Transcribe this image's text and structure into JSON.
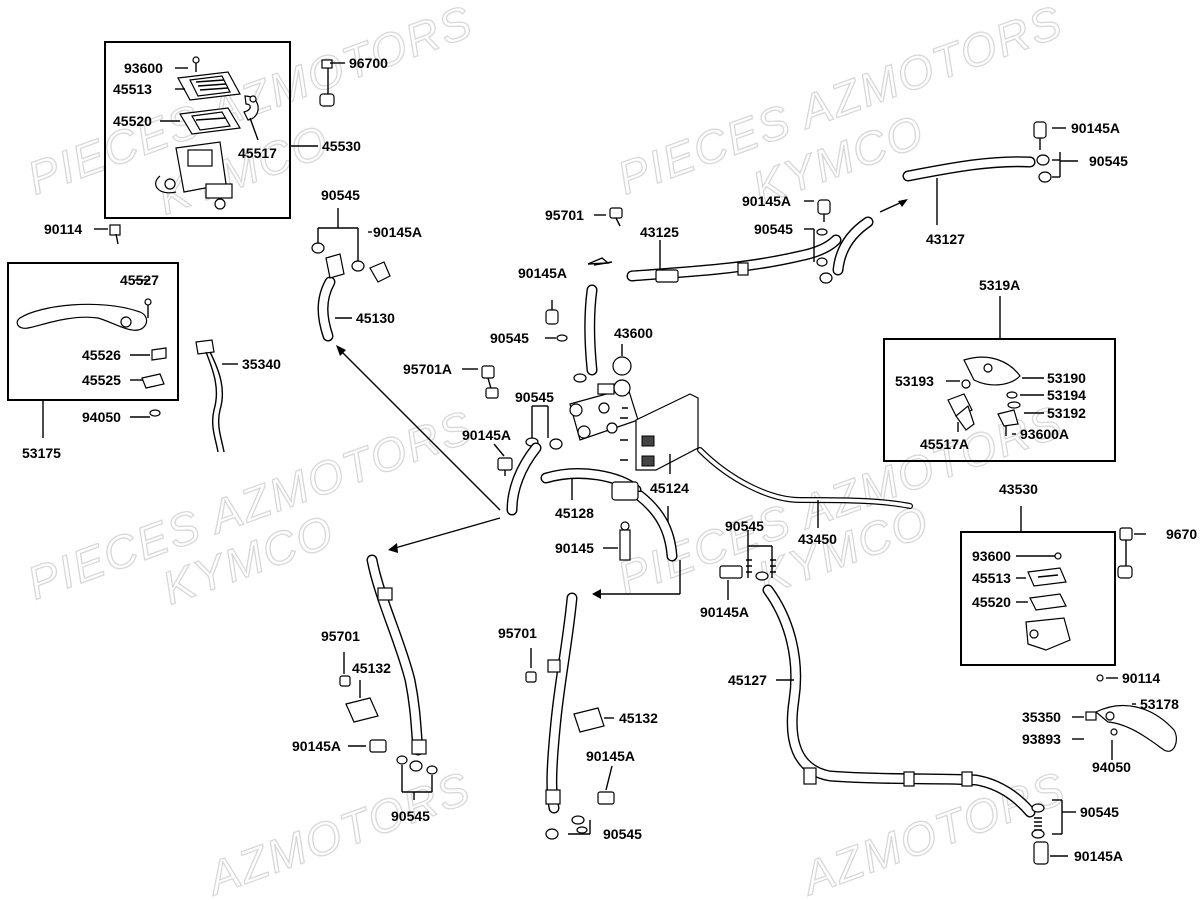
{
  "watermarks": [
    {
      "id": "wm1",
      "text": "PIECES AZMOTORS"
    },
    {
      "id": "wm2",
      "text": "KYMCO"
    },
    {
      "id": "wm3",
      "text": "PIECES AZMOTORS"
    },
    {
      "id": "wm4",
      "text": "KYMCO"
    },
    {
      "id": "wm5",
      "text": "PIECES AZMOTORS"
    },
    {
      "id": "wm6",
      "text": "KYMCO"
    },
    {
      "id": "wm7",
      "text": "PIECES AZMOTORS"
    },
    {
      "id": "wm8",
      "text": "KYMCO"
    },
    {
      "id": "wm9",
      "text": "AZMOTORS"
    },
    {
      "id": "wm10",
      "text": "AZMOTORS"
    }
  ],
  "labels": {
    "l93600a": "93600",
    "l96700a": "96700",
    "l45513a": "45513",
    "l45520a": "45520",
    "l45517": "45517",
    "l45530": "45530",
    "l90114a": "90114",
    "l45527": "45527",
    "l45526": "45526",
    "l45525": "45525",
    "l94050a": "94050",
    "l35340": "35340",
    "l53175": "53175",
    "l90545a": "90545",
    "l90145Aa": "90145A",
    "l45130": "45130",
    "l95701a": "95701",
    "l43125": "43125",
    "l90145Ab": "90145A",
    "l90545b": "90545",
    "l43600": "43600",
    "l95701A": "95701A",
    "l90545c": "90545",
    "l90145Ac": "90145A",
    "l45128": "45128",
    "l45124": "45124",
    "l90145": "90145",
    "l90145Ad": "90145A",
    "l90545d": "90545",
    "l43127": "43127",
    "l90145Ae": "90145A",
    "l90545e": "90545",
    "l5319A": "5319A",
    "l53193": "53193",
    "l53190": "53190",
    "l53194": "53194",
    "l53192": "53192",
    "l45517A": "45517A",
    "l93600A": "93600A",
    "l43450": "43450",
    "l90545f": "90545",
    "l90145Af": "90145A",
    "l43530": "43530",
    "l93600b": "93600",
    "l45513b": "45513",
    "l45520b": "45520",
    "l96700b": "9670",
    "l45127": "45127",
    "l90114b": "90114",
    "l53178": "53178",
    "l35350": "35350",
    "l93893": "93893",
    "l94050b": "94050",
    "l90545g": "90545",
    "l90145Ag": "90145A",
    "l95701b": "95701",
    "l45132a": "45132",
    "l90145Ah": "90145A",
    "l90545h": "90545",
    "l95701c": "95701",
    "l45132b": "45132",
    "l90145Ai": "90145A",
    "l90545i": "90545"
  }
}
